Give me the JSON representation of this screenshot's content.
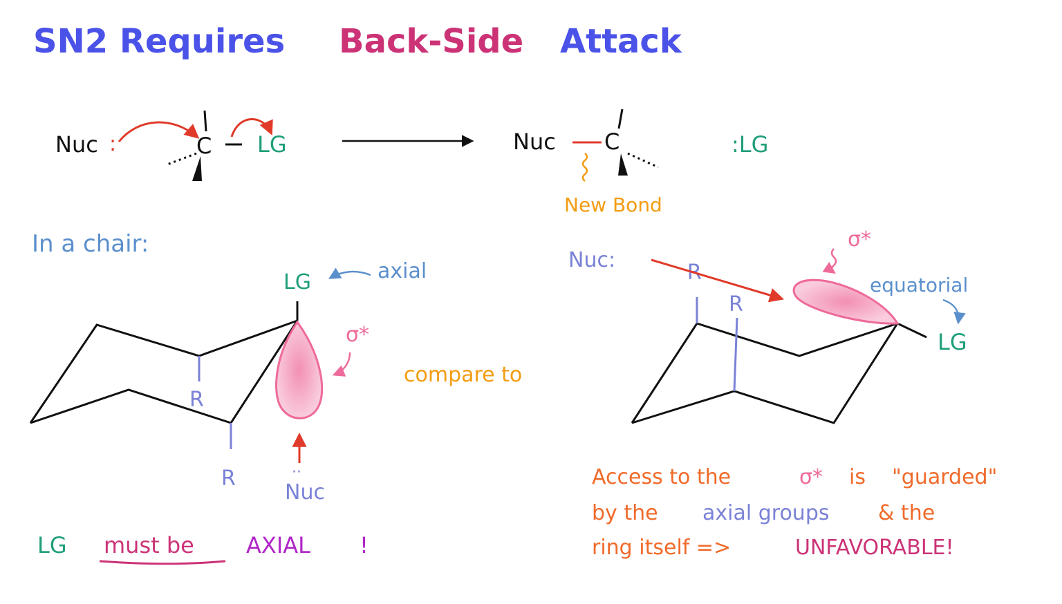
{
  "colors": {
    "title_blue": "#4a52e8",
    "title_pink": "#cc3377",
    "black": "#111111",
    "green": "#1f9e7a",
    "red": "#e03a2a",
    "orange": "#f39c12",
    "blue_text": "#5b8fcc",
    "periwinkle": "#7a82d6",
    "pink": "#ee6a9a",
    "purple": "#b025c8",
    "orange_red": "#f06a2a"
  },
  "title": {
    "part1": "SN2 Requires",
    "part2": "Back-Side",
    "part3": "Attack"
  },
  "reaction": {
    "nuc_left": "Nuc",
    "colon": ":",
    "carbon": "C",
    "lg_left": "LG",
    "nuc_right": "Nuc",
    "carbon_right": "C",
    "lg_product": ":LG",
    "new_bond": "New Bond"
  },
  "left_chair": {
    "heading": "In a chair:",
    "lg": "LG",
    "axial": "axial",
    "sigma": "σ*",
    "r1": "R",
    "r2": "R",
    "nuc": "Nuc",
    "nuc_dots": "··"
  },
  "compare": "compare to",
  "right_chair": {
    "nuc": "Nuc:",
    "r1": "R",
    "r2": "R",
    "sigma": "σ*",
    "equatorial": "equatorial",
    "lg": "LG"
  },
  "conclusion_left": {
    "lg": "LG",
    "must_be": "must be",
    "axial": "AXIAL",
    "exclaim": "!"
  },
  "conclusion_right": {
    "line1_a": "Access to the",
    "line1_sigma": "σ*",
    "line1_b": "is",
    "line1_c": "\"guarded\"",
    "line2_a": "by the",
    "line2_b": "axial groups",
    "line2_c": "& the",
    "line3_a": "ring itself =>",
    "line3_b": "UNFAVORABLE!"
  }
}
